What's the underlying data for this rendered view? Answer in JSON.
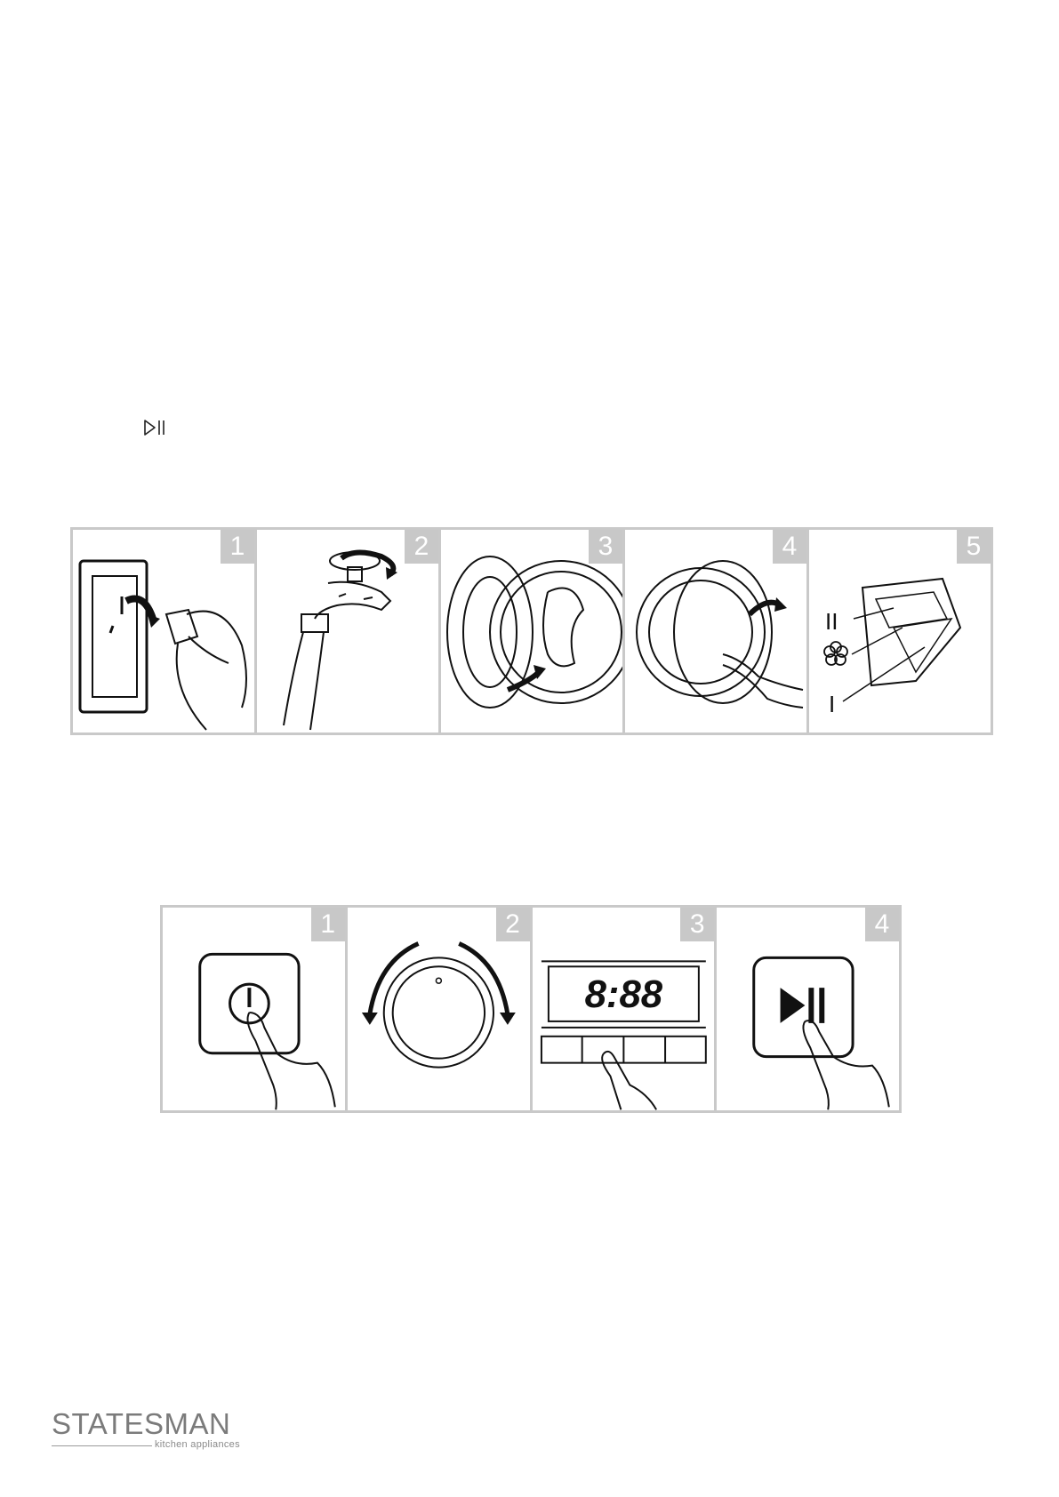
{
  "steps_top": [
    {
      "number": "1",
      "icon": "plug-socket-icon"
    },
    {
      "number": "2",
      "icon": "water-tap-icon"
    },
    {
      "number": "3",
      "icon": "load-laundry-icon"
    },
    {
      "number": "4",
      "icon": "close-door-icon"
    },
    {
      "number": "5",
      "icon": "detergent-drawer-icon"
    }
  ],
  "steps_bottom": [
    {
      "number": "1",
      "icon": "power-button-icon"
    },
    {
      "number": "2",
      "icon": "program-knob-icon"
    },
    {
      "number": "3",
      "icon": "display-panel-icon"
    },
    {
      "number": "4",
      "icon": "start-pause-button-icon"
    }
  ],
  "display_readout": "8:88",
  "drawer_labels": {
    "main": "II",
    "prewash": "I"
  },
  "brand": {
    "name": "STATESMAN",
    "tagline": "kitchen appliances"
  }
}
